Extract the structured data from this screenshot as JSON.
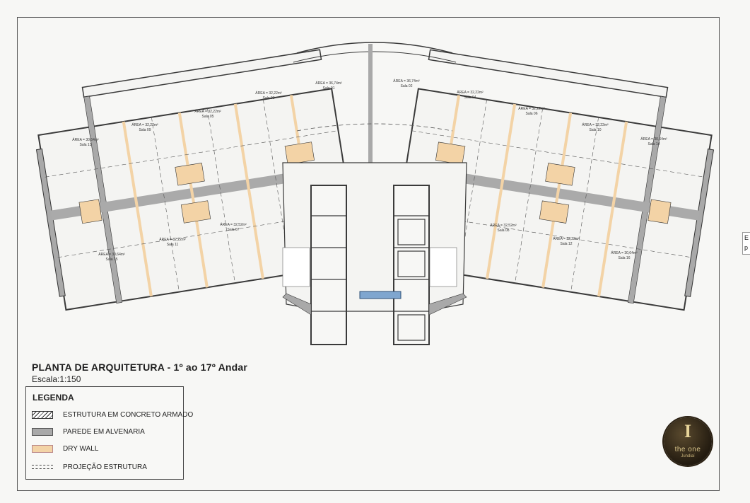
{
  "drawing": {
    "title": "PLANTA DE ARQUITETURA - 1º ao 17º Andar",
    "scale": "Escala:1:150"
  },
  "legend": {
    "title": "LEGENDA",
    "items": [
      {
        "label": "ESTRUTURA EM CONCRETO ARMADO",
        "swatch": "hatch-icon"
      },
      {
        "label": "PAREDE EM ALVENARIA",
        "swatch": "gray-fill-icon"
      },
      {
        "label": "DRY WALL",
        "swatch": "drywall-fill-icon"
      },
      {
        "label": "PROJEÇÃO ESTRUTURA",
        "swatch": "dashed-lines-icon"
      }
    ]
  },
  "rooms": [
    {
      "area": "ÁREA = 30,64m²",
      "name": "Sala 13"
    },
    {
      "area": "ÁREA = 32,22m²",
      "name": "Sala 09"
    },
    {
      "area": "ÁREA = 32,22m²",
      "name": "Sala 05"
    },
    {
      "area": "ÁREA = 32,22m²",
      "name": "Sala 03"
    },
    {
      "area": "ÁREA = 36,74m²",
      "name": "Sala 01"
    },
    {
      "area": "ÁREA = 36,74m²",
      "name": "Sala 02"
    },
    {
      "area": "ÁREA = 32,22m²",
      "name": "Sala 04"
    },
    {
      "area": "ÁREA = 32,22m²",
      "name": "Sala 06"
    },
    {
      "area": "ÁREA = 32,22m²",
      "name": "Sala 10"
    },
    {
      "area": "ÁREA = 30,64m²",
      "name": "Sala 14"
    },
    {
      "area": "ÁREA = 30,64m²",
      "name": "Sala 15"
    },
    {
      "area": "ÁREA = 32,22m²",
      "name": "Sala 11"
    },
    {
      "area": "ÁREA = 32,52m²",
      "name": "Sala 07"
    },
    {
      "area": "ÁREA = 32,52m²",
      "name": "Sala 08"
    },
    {
      "area": "ÁREA = 32,22m²",
      "name": "Sala 12"
    },
    {
      "area": "ÁREA = 30,64m²",
      "name": "Sala 16"
    }
  ],
  "logo": {
    "letter": "I",
    "name": "the one",
    "subtitle": "Jundiaí"
  },
  "edge_note": "E p",
  "colors": {
    "wall": "#a9a9a9",
    "drywall": "#f3d3a6",
    "line": "#3a3a3a",
    "skylight": "#7fa6cf"
  }
}
